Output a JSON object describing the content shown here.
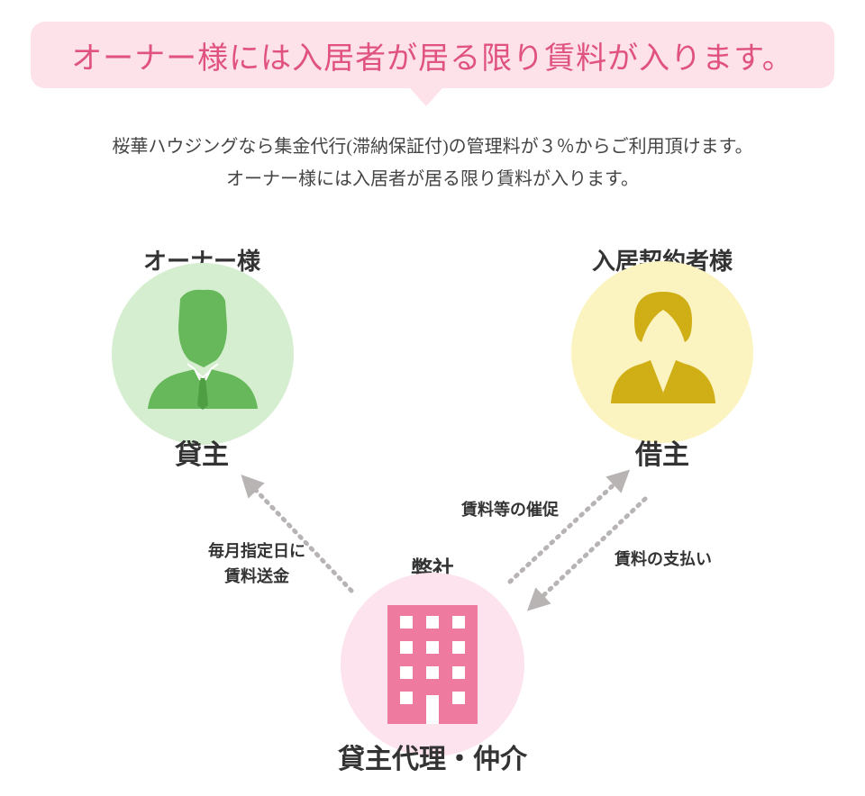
{
  "banner": {
    "text": "オーナー様には入居者が居る限り賃料が入ります。"
  },
  "intro": {
    "line1": "桜華ハウジングなら集金代行(滞納保証付)の管理料が３％からご利用頂けます。",
    "line2": "オーナー様には入居者が居る限り賃料が入ります。"
  },
  "owner": {
    "title": "オーナー様",
    "role": "貸主"
  },
  "tenant": {
    "title": "入居契約者様",
    "role": "借主"
  },
  "company": {
    "title": "弊社",
    "role": "貸主代理・仲介"
  },
  "flows": {
    "to_owner_line1": "毎月指定日に",
    "to_owner_line2": "賃料送金",
    "to_tenant": "賃料等の催促",
    "from_tenant": "賃料の支払い"
  },
  "colors": {
    "banner_bg": "#fde2ea",
    "banner_text": "#e0527f",
    "owner_circle": "#d6eed0",
    "owner_icon": "#66b85a",
    "tenant_circle": "#fbf4c0",
    "tenant_icon": "#cfae16",
    "company_circle": "#fde3ee",
    "company_icon": "#ee7aa0",
    "arrow": "#b8b4b4"
  }
}
